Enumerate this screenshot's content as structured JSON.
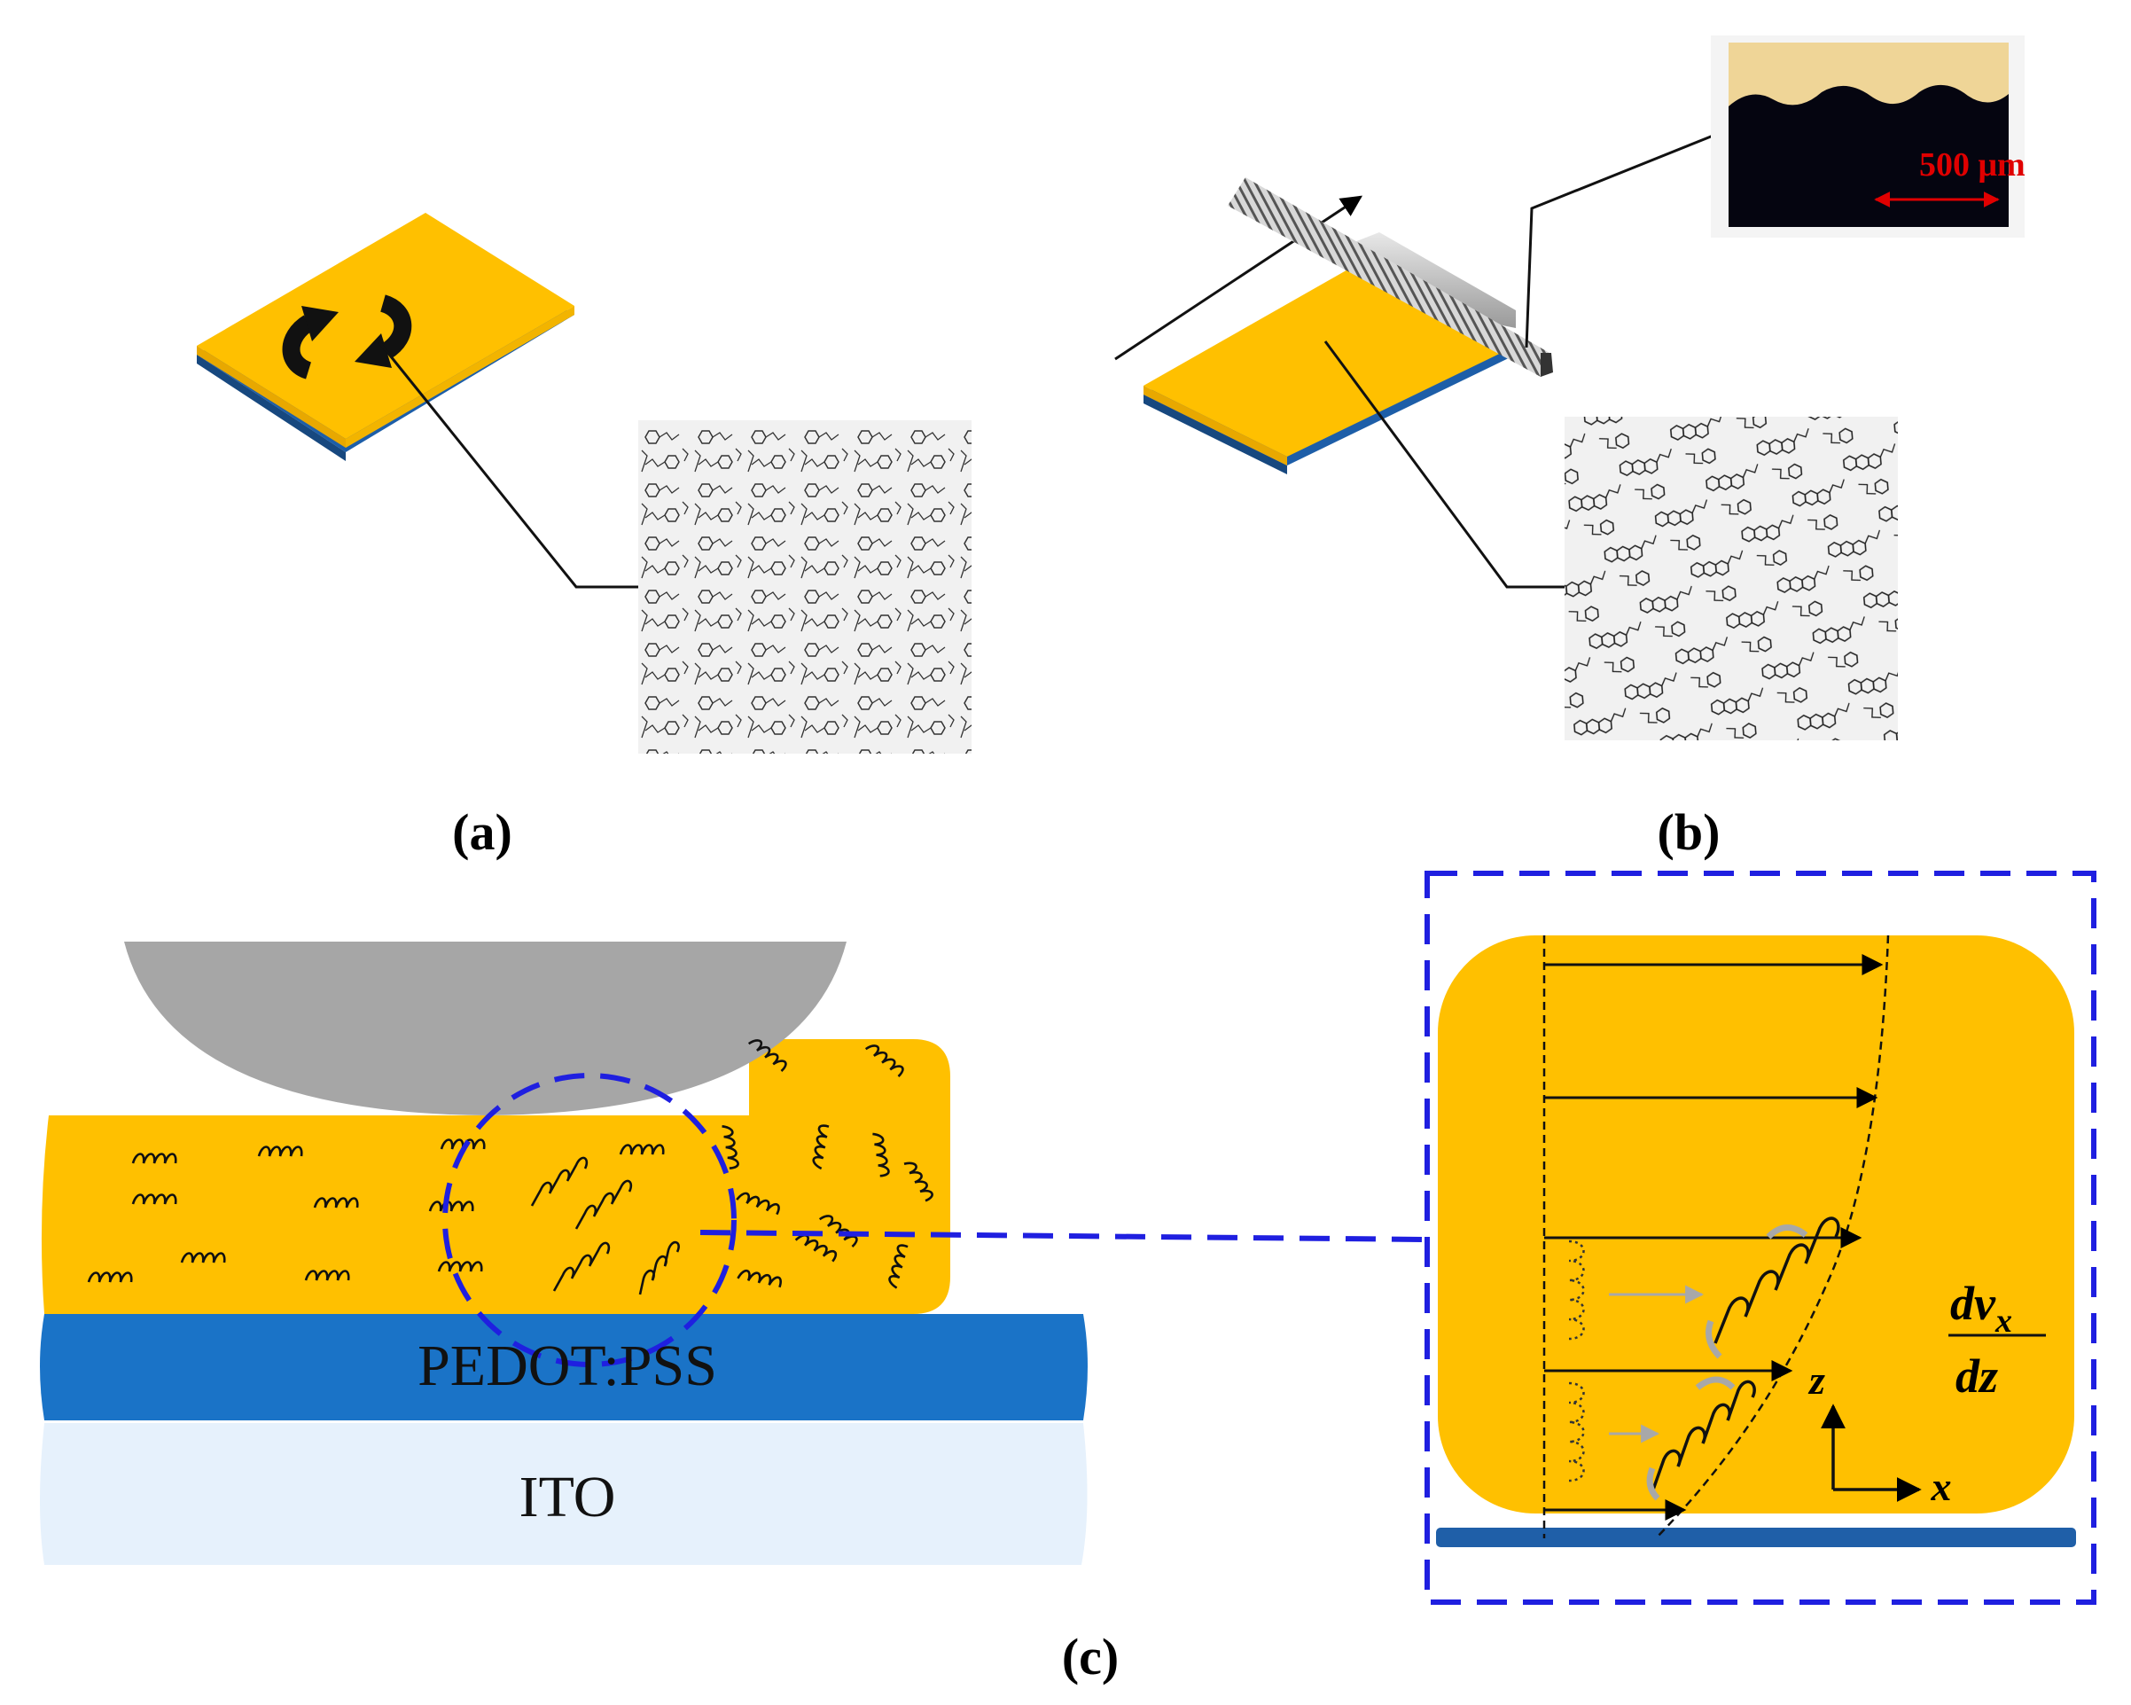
{
  "panels": {
    "a": {
      "label": "(a)"
    },
    "b": {
      "label": "(b)",
      "scale_bar": "500 μm"
    },
    "c": {
      "label": "(c)",
      "layer_pedot": "PEDOT:PSS",
      "layer_ito": "ITO",
      "equation": {
        "numerator": "dv",
        "numerator_sub": "x",
        "denominator": "dz"
      },
      "axis_z": "z",
      "axis_x": "x"
    }
  },
  "colors": {
    "film": "#ffc000",
    "pedot": "#1a73c7",
    "ito": "#e6f1fc",
    "blue_dash": "#1f1fe0",
    "substrate": "#1f5fa8"
  }
}
